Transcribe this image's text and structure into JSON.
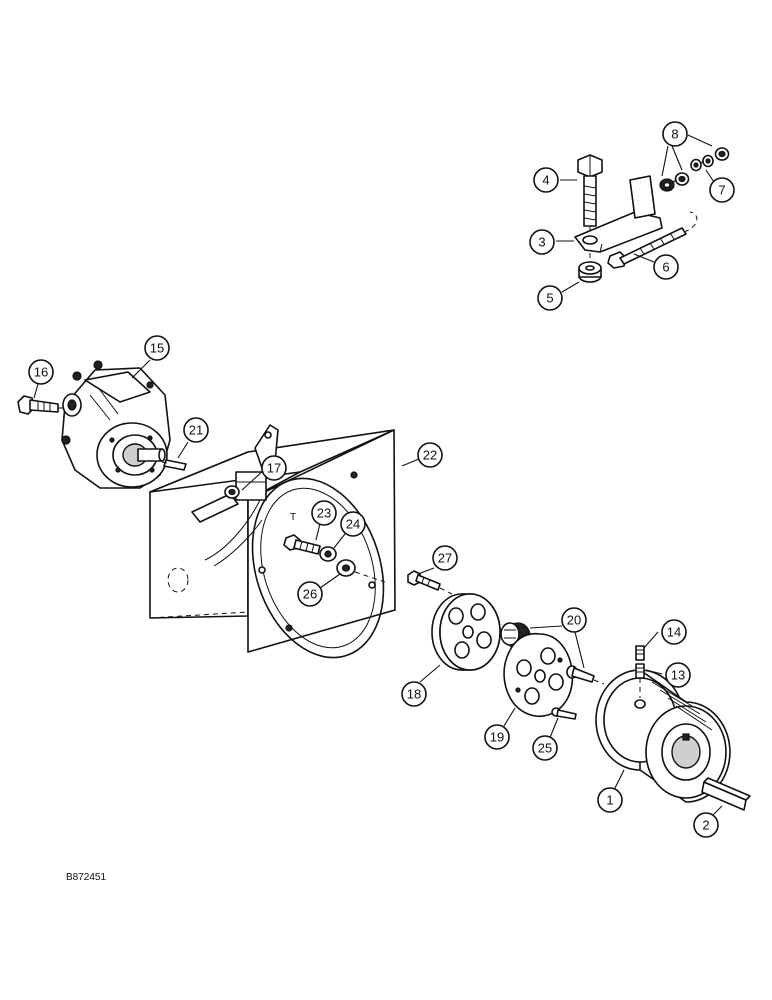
{
  "callouts": [
    {
      "id": "1",
      "label": "1"
    },
    {
      "id": "2",
      "label": "2"
    },
    {
      "id": "3",
      "label": "3"
    },
    {
      "id": "4",
      "label": "4"
    },
    {
      "id": "5",
      "label": "5"
    },
    {
      "id": "6",
      "label": "6"
    },
    {
      "id": "7",
      "label": "7"
    },
    {
      "id": "8",
      "label": "8"
    },
    {
      "id": "13",
      "label": "13"
    },
    {
      "id": "14",
      "label": "14"
    },
    {
      "id": "15",
      "label": "15"
    },
    {
      "id": "16",
      "label": "16"
    },
    {
      "id": "17",
      "label": "17"
    },
    {
      "id": "18",
      "label": "18"
    },
    {
      "id": "19",
      "label": "19"
    },
    {
      "id": "20",
      "label": "20"
    },
    {
      "id": "21",
      "label": "21"
    },
    {
      "id": "22",
      "label": "22"
    },
    {
      "id": "23",
      "label": "23"
    },
    {
      "id": "24",
      "label": "24"
    },
    {
      "id": "25",
      "label": "25"
    },
    {
      "id": "26",
      "label": "26"
    },
    {
      "id": "27",
      "label": "27"
    }
  ],
  "drawing_code": "B872451"
}
